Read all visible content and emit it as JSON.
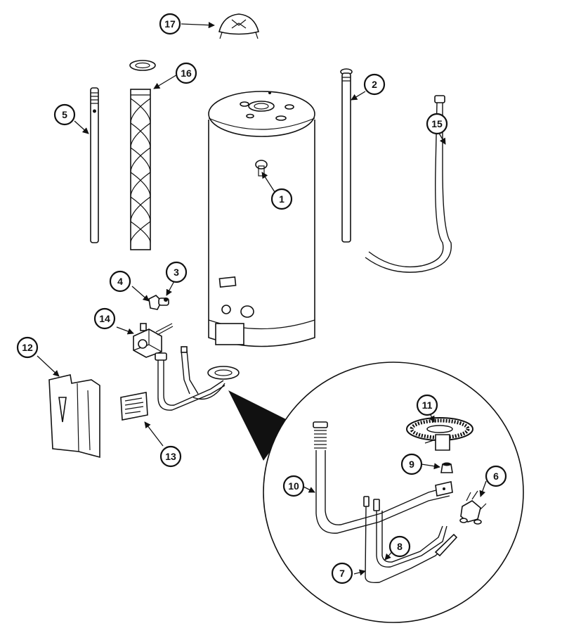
{
  "diagram": {
    "callouts": [
      {
        "id": "c1",
        "label": "1"
      },
      {
        "id": "c2",
        "label": "2"
      },
      {
        "id": "c3",
        "label": "3"
      },
      {
        "id": "c4",
        "label": "4"
      },
      {
        "id": "c5",
        "label": "5"
      },
      {
        "id": "c6",
        "label": "6"
      },
      {
        "id": "c7",
        "label": "7"
      },
      {
        "id": "c8",
        "label": "8"
      },
      {
        "id": "c9",
        "label": "9"
      },
      {
        "id": "c10",
        "label": "10"
      },
      {
        "id": "c11",
        "label": "11"
      },
      {
        "id": "c12",
        "label": "12"
      },
      {
        "id": "c13",
        "label": "13"
      },
      {
        "id": "c14",
        "label": "14"
      },
      {
        "id": "c15",
        "label": "15"
      },
      {
        "id": "c16",
        "label": "16"
      },
      {
        "id": "c17",
        "label": "17"
      }
    ],
    "colors": {
      "ink": "#111111",
      "paper": "#ffffff"
    }
  }
}
